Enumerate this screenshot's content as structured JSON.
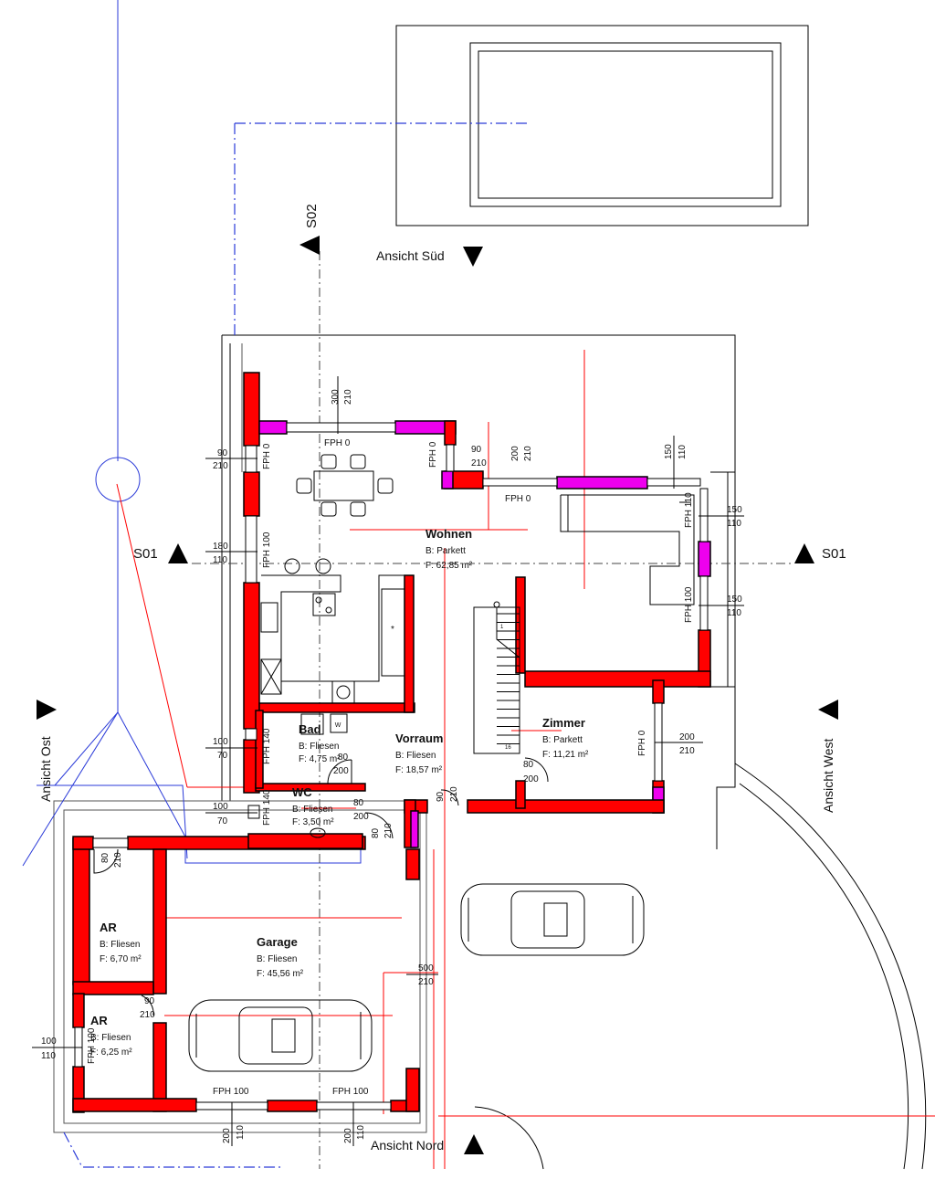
{
  "rooms": {
    "wohnen": {
      "name": "Wohnen",
      "floor": "B:   Parkett",
      "area": "F: 62,85 m²"
    },
    "bad": {
      "name": "Bad",
      "floor": "B:  Fliesen",
      "area": "F: 4,75 m²"
    },
    "vorraum": {
      "name": "Vorraum",
      "floor": "B:   Fliesen",
      "area": "F: 18,57 m²"
    },
    "zimmer": {
      "name": "Zimmer",
      "floor": "B:   Parkett",
      "area": "F: 11,21 m²"
    },
    "wc": {
      "name": "WC",
      "floor": "B: Fliesen",
      "area": "F: 3,50 m²"
    },
    "ar1": {
      "name": "AR",
      "floor": "B:  Fliesen",
      "area": "F: 6,70 m²"
    },
    "garage": {
      "name": "Garage",
      "floor": "B:    Fliesen",
      "area": "F: 45,56 m²"
    },
    "ar2": {
      "name": "AR",
      "floor": "B: Fliesen",
      "area": "F: 6,25 m²"
    }
  },
  "views": {
    "sued": "Ansicht Süd",
    "ost": "Ansicht Ost",
    "west": "Ansicht West",
    "nord": "Ansicht Nord"
  },
  "sections": {
    "s01": "S01",
    "s02": "S02"
  },
  "fph": {
    "fph0": "FPH 0",
    "fph100": "FPH 100",
    "fph140": "FPH 140",
    "fph110": "FPH 110"
  },
  "dims": {
    "d300": "300",
    "d210": "210",
    "d90": "90",
    "d200": "200",
    "d150": "150",
    "d110": "110",
    "d180": "180",
    "d100": "100",
    "d70": "70",
    "d80": "80",
    "d500": "500",
    "d16": "16",
    "d1": "1"
  },
  "colors": {
    "wall": "#ff0000",
    "wall_accent": "#ee00ee",
    "axis": "#2a3ad8"
  }
}
